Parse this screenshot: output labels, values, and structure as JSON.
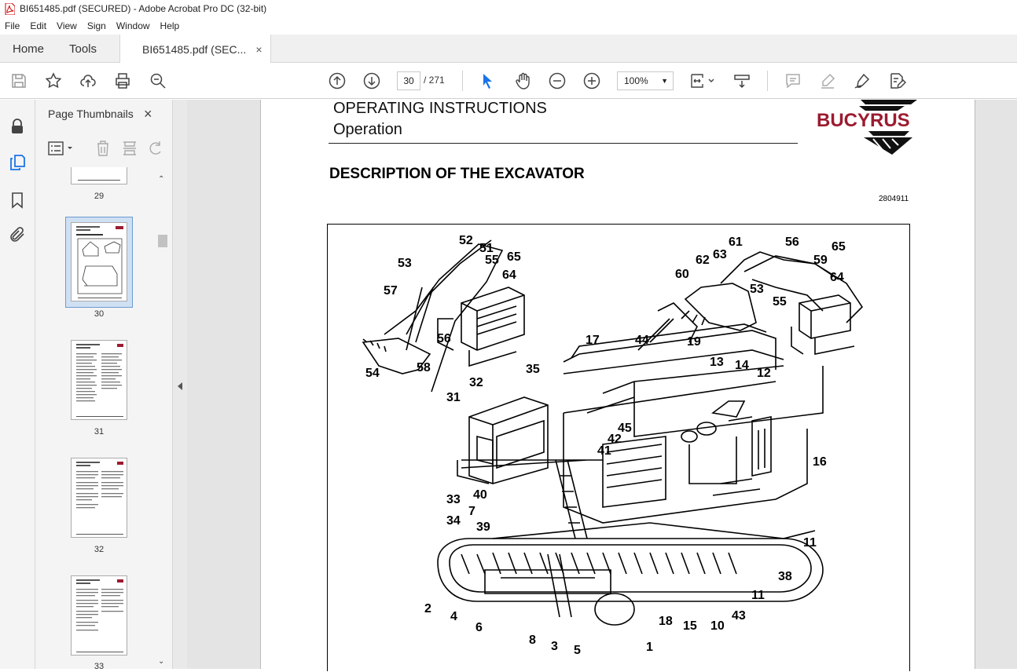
{
  "window": {
    "title": "BI651485.pdf (SECURED) - Adobe Acrobat Pro DC (32-bit)"
  },
  "menu": [
    "File",
    "Edit",
    "View",
    "Sign",
    "Window",
    "Help"
  ],
  "tabs": {
    "home": "Home",
    "tools": "Tools",
    "document": "BI651485.pdf (SEC...",
    "close_symbol": "×"
  },
  "toolbar": {
    "current_page": "30",
    "page_total": "/ 271",
    "zoom": "100%"
  },
  "sidebar": {
    "title": "Page Thumbnails",
    "thumbnails": [
      {
        "label": "29"
      },
      {
        "label": "30",
        "selected": true
      },
      {
        "label": "31"
      },
      {
        "label": "32"
      },
      {
        "label": "33"
      }
    ]
  },
  "document": {
    "header_line1": "OPERATING INSTRUCTIONS",
    "header_line2": "Operation",
    "logo_text": "BUCYRUS",
    "section_title": "DESCRIPTION OF THE EXCAVATOR",
    "doc_number": "2804911",
    "callouts": [
      "52",
      "51",
      "55",
      "65",
      "53",
      "64",
      "57",
      "56",
      "54",
      "58",
      "61",
      "56",
      "65",
      "62",
      "63",
      "59",
      "60",
      "53",
      "64",
      "55",
      "17",
      "44",
      "19",
      "13",
      "14",
      "12",
      "35",
      "32",
      "31",
      "45",
      "42",
      "41",
      "16",
      "33",
      "40",
      "7",
      "34",
      "39",
      "11",
      "38",
      "11",
      "2",
      "4",
      "6",
      "8",
      "3",
      "5",
      "1",
      "18",
      "15",
      "10",
      "43"
    ]
  },
  "colors": {
    "brand": "#9b1b30",
    "selection": "#cfe0f3",
    "accent": "#1a73e8"
  }
}
